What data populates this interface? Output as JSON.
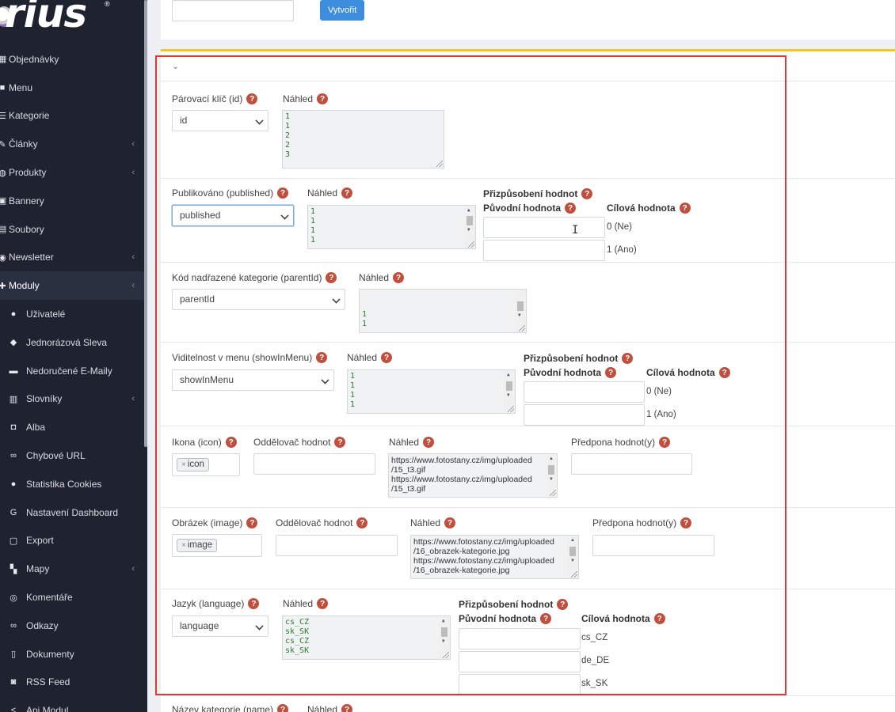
{
  "brand": {
    "logo_text": "rius",
    "reg": "®"
  },
  "sidebar": {
    "items": [
      {
        "icon": "cart-icon",
        "glyph": "▦",
        "label": "Objednávky",
        "level": 1,
        "sub": false
      },
      {
        "icon": "menu-icon",
        "glyph": "■",
        "label": "Menu",
        "level": 1,
        "sub": false
      },
      {
        "icon": "list-icon",
        "glyph": "☰",
        "label": "Kategorie",
        "level": 1,
        "sub": false
      },
      {
        "icon": "pencil-icon",
        "glyph": "✎",
        "label": "Články",
        "level": 1,
        "sub": true
      },
      {
        "icon": "globe-icon",
        "glyph": "◍",
        "label": "Produkty",
        "level": 1,
        "sub": true
      },
      {
        "icon": "banner-icon",
        "glyph": "▣",
        "label": "Bannery",
        "level": 1,
        "sub": false
      },
      {
        "icon": "file-icon",
        "glyph": "▤",
        "label": "Soubory",
        "level": 1,
        "sub": false
      },
      {
        "icon": "newsletter-icon",
        "glyph": "◉",
        "label": "Newsletter",
        "level": 1,
        "sub": true
      },
      {
        "icon": "wrench-icon",
        "glyph": "✚",
        "label": "Moduly",
        "level": 1,
        "sub": true,
        "active": true
      },
      {
        "icon": "user-icon",
        "glyph": "●",
        "label": "Uživatelé",
        "level": 2,
        "sub": false
      },
      {
        "icon": "tag-icon",
        "glyph": "◆",
        "label": "Jednorázová Sleva",
        "level": 2,
        "sub": false
      },
      {
        "icon": "mail-icon",
        "glyph": "▬",
        "label": "Nedoručené E-Maily",
        "level": 2,
        "sub": false
      },
      {
        "icon": "books-icon",
        "glyph": "▥",
        "label": "Slovníky",
        "level": 2,
        "sub": true
      },
      {
        "icon": "camera-icon",
        "glyph": "◘",
        "label": "Alba",
        "level": 2,
        "sub": false
      },
      {
        "icon": "link-icon",
        "glyph": "∞",
        "label": "Chybové URL",
        "level": 2,
        "sub": false
      },
      {
        "icon": "cookie-icon",
        "glyph": "●",
        "label": "Statistika Cookies",
        "level": 2,
        "sub": false
      },
      {
        "icon": "google-icon",
        "glyph": "G",
        "label": "Nastavení Dashboard",
        "level": 2,
        "sub": false
      },
      {
        "icon": "export-icon",
        "glyph": "▢",
        "label": "Export",
        "level": 2,
        "sub": false
      },
      {
        "icon": "map-icon",
        "glyph": "▚",
        "label": "Mapy",
        "level": 2,
        "sub": true
      },
      {
        "icon": "comments-icon",
        "glyph": "◎",
        "label": "Komentáře",
        "level": 2,
        "sub": false
      },
      {
        "icon": "link-icon",
        "glyph": "∞",
        "label": "Odkazy",
        "level": 2,
        "sub": false
      },
      {
        "icon": "document-icon",
        "glyph": "▯",
        "label": "Dokumenty",
        "level": 2,
        "sub": false
      },
      {
        "icon": "rss-icon",
        "glyph": "◙",
        "label": "RSS Feed",
        "level": 2,
        "sub": false
      },
      {
        "icon": "share-icon",
        "glyph": "<",
        "label": "Api Modul",
        "level": 2,
        "sub": false
      }
    ]
  },
  "top": {
    "create_label": "Vytvořit"
  },
  "help": "?",
  "labels": {
    "preview": "Náhled",
    "value_mapping": "Přizpůsobení hodnot",
    "original_value": "Původní hodnota",
    "target_value": "Cílová hodnota",
    "value_separator": "Oddělovač hodnot",
    "value_prefix": "Předpona hodnot(y)"
  },
  "fields": {
    "id": {
      "label": "Párovací klíč (id)",
      "select": "id",
      "preview": "1\n1\n2\n2\n3"
    },
    "published": {
      "label": "Publikováno (published)",
      "select": "published",
      "preview": "1\n1\n1\n1",
      "targets": [
        "0 (Ne)",
        "1 (Ano)"
      ]
    },
    "parent": {
      "label": "Kód nadřazené kategorie (parentId)",
      "select": "parentId",
      "preview": "\n\n1\n1"
    },
    "menu": {
      "label": "Viditelnost v menu (showInMenu)",
      "select": "showInMenu",
      "preview": "1\n1\n1\n1",
      "targets": [
        "0 (Ne)",
        "1 (Ano)"
      ]
    },
    "icon": {
      "label": "Ikona (icon)",
      "tag": "icon",
      "preview": "https://www.fotostany.cz/img/uploaded\n/15_t3.gif\nhttps://www.fotostany.cz/img/uploaded\n/15_t3.gif"
    },
    "image": {
      "label": "Obrázek (image)",
      "tag": "image",
      "preview": "https://www.fotostany.cz/img/uploaded\n/16_obrazek-kategorie.jpg\nhttps://www.fotostany.cz/img/uploaded\n/16_obrazek-kategorie.jpg"
    },
    "language": {
      "label": "Jazyk (language)",
      "select": "language",
      "preview": "cs_CZ\nsk_SK\ncs_CZ\nsk_SK",
      "targets": [
        "cs_CZ",
        "de_DE",
        "sk_SK"
      ]
    },
    "name": {
      "label": "Název kategorie (name)"
    }
  },
  "tag_remove": "×"
}
